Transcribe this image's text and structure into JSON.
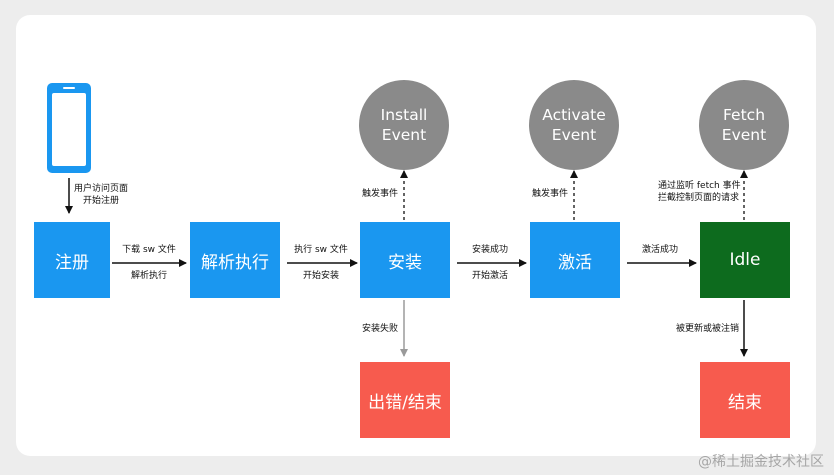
{
  "nodes": {
    "register": "注册",
    "parse": "解析执行",
    "install": "安装",
    "activate": "激活",
    "idle": "Idle",
    "error_end": "出错/结束",
    "end": "结束"
  },
  "events": {
    "install": [
      "Install",
      "Event"
    ],
    "activate": [
      "Activate",
      "Event"
    ],
    "fetch": [
      "Fetch",
      "Event"
    ]
  },
  "labels": {
    "user_visit": [
      "用户访问页面",
      "开始注册"
    ],
    "download": [
      "下载 sw 文件",
      "解析执行"
    ],
    "exec": [
      "执行 sw 文件",
      "开始安装"
    ],
    "install_ok": [
      "安装成功",
      "开始激活"
    ],
    "activate_ok": "激活成功",
    "install_trigger": "触发事件",
    "activate_trigger": "触发事件",
    "fetch_listen": [
      "通过监听 fetch 事件",
      "拦截控制页面的请求"
    ],
    "install_fail": "安装失败",
    "replaced": "被更新或被注销"
  },
  "watermark": "@稀土掘金技术社区",
  "colors": {
    "blue": "#1a97f0",
    "green": "#0d6b1e",
    "red": "#f75b4e",
    "gray": "#8a8a8a",
    "arrow": "#111111",
    "arrow_light": "#9a9a9a"
  }
}
